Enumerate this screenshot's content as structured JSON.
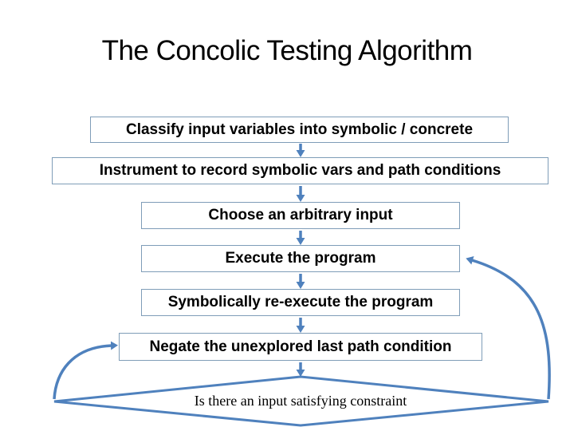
{
  "slide": {
    "title": "The Concolic Testing Algorithm"
  },
  "flowchart": {
    "steps": [
      {
        "label": "Classify input variables into symbolic / concrete"
      },
      {
        "label": "Instrument to record symbolic vars and path conditions"
      },
      {
        "label": "Choose an arbitrary input"
      },
      {
        "label": "Execute the program"
      },
      {
        "label": "Symbolically re-execute the program"
      },
      {
        "label": "Negate the unexplored last path condition"
      }
    ],
    "decision": {
      "label": "Is there an input satisfying constraint"
    },
    "loops": [
      {
        "name": "no-branch",
        "from": "decision-left-vertex",
        "to": "negate-step"
      },
      {
        "name": "yes-branch",
        "from": "decision-right-vertex",
        "to": "execute-step"
      }
    ],
    "colors": {
      "connector": "#4f81bd",
      "box_border": "#7f9db8",
      "text": "#000000"
    }
  }
}
